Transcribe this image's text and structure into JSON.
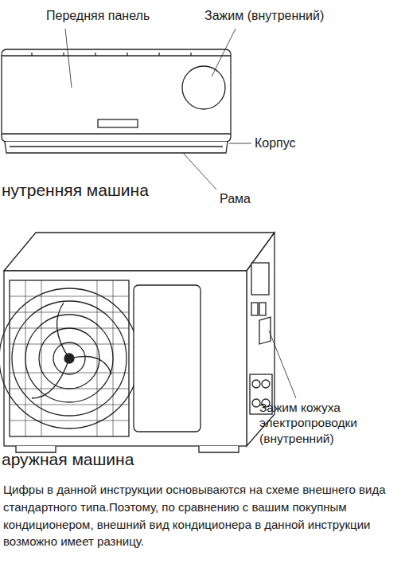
{
  "diagram": {
    "labels": [
      "Передняя панель",
      "Зажим (внутренний)",
      "Корпус",
      "нутренняя машина",
      "Рама",
      "Зажим кожуха электропроводки (внутренний)",
      "аружная машина",
      "Цифры в данной инструкции основываются на схеме внешнего вида стандартного типа.Поэтому, по сравнению с вашим покупным кондиционером, внешний вид кондиционера в данной инструкции возможно имеет разницу."
    ]
  }
}
